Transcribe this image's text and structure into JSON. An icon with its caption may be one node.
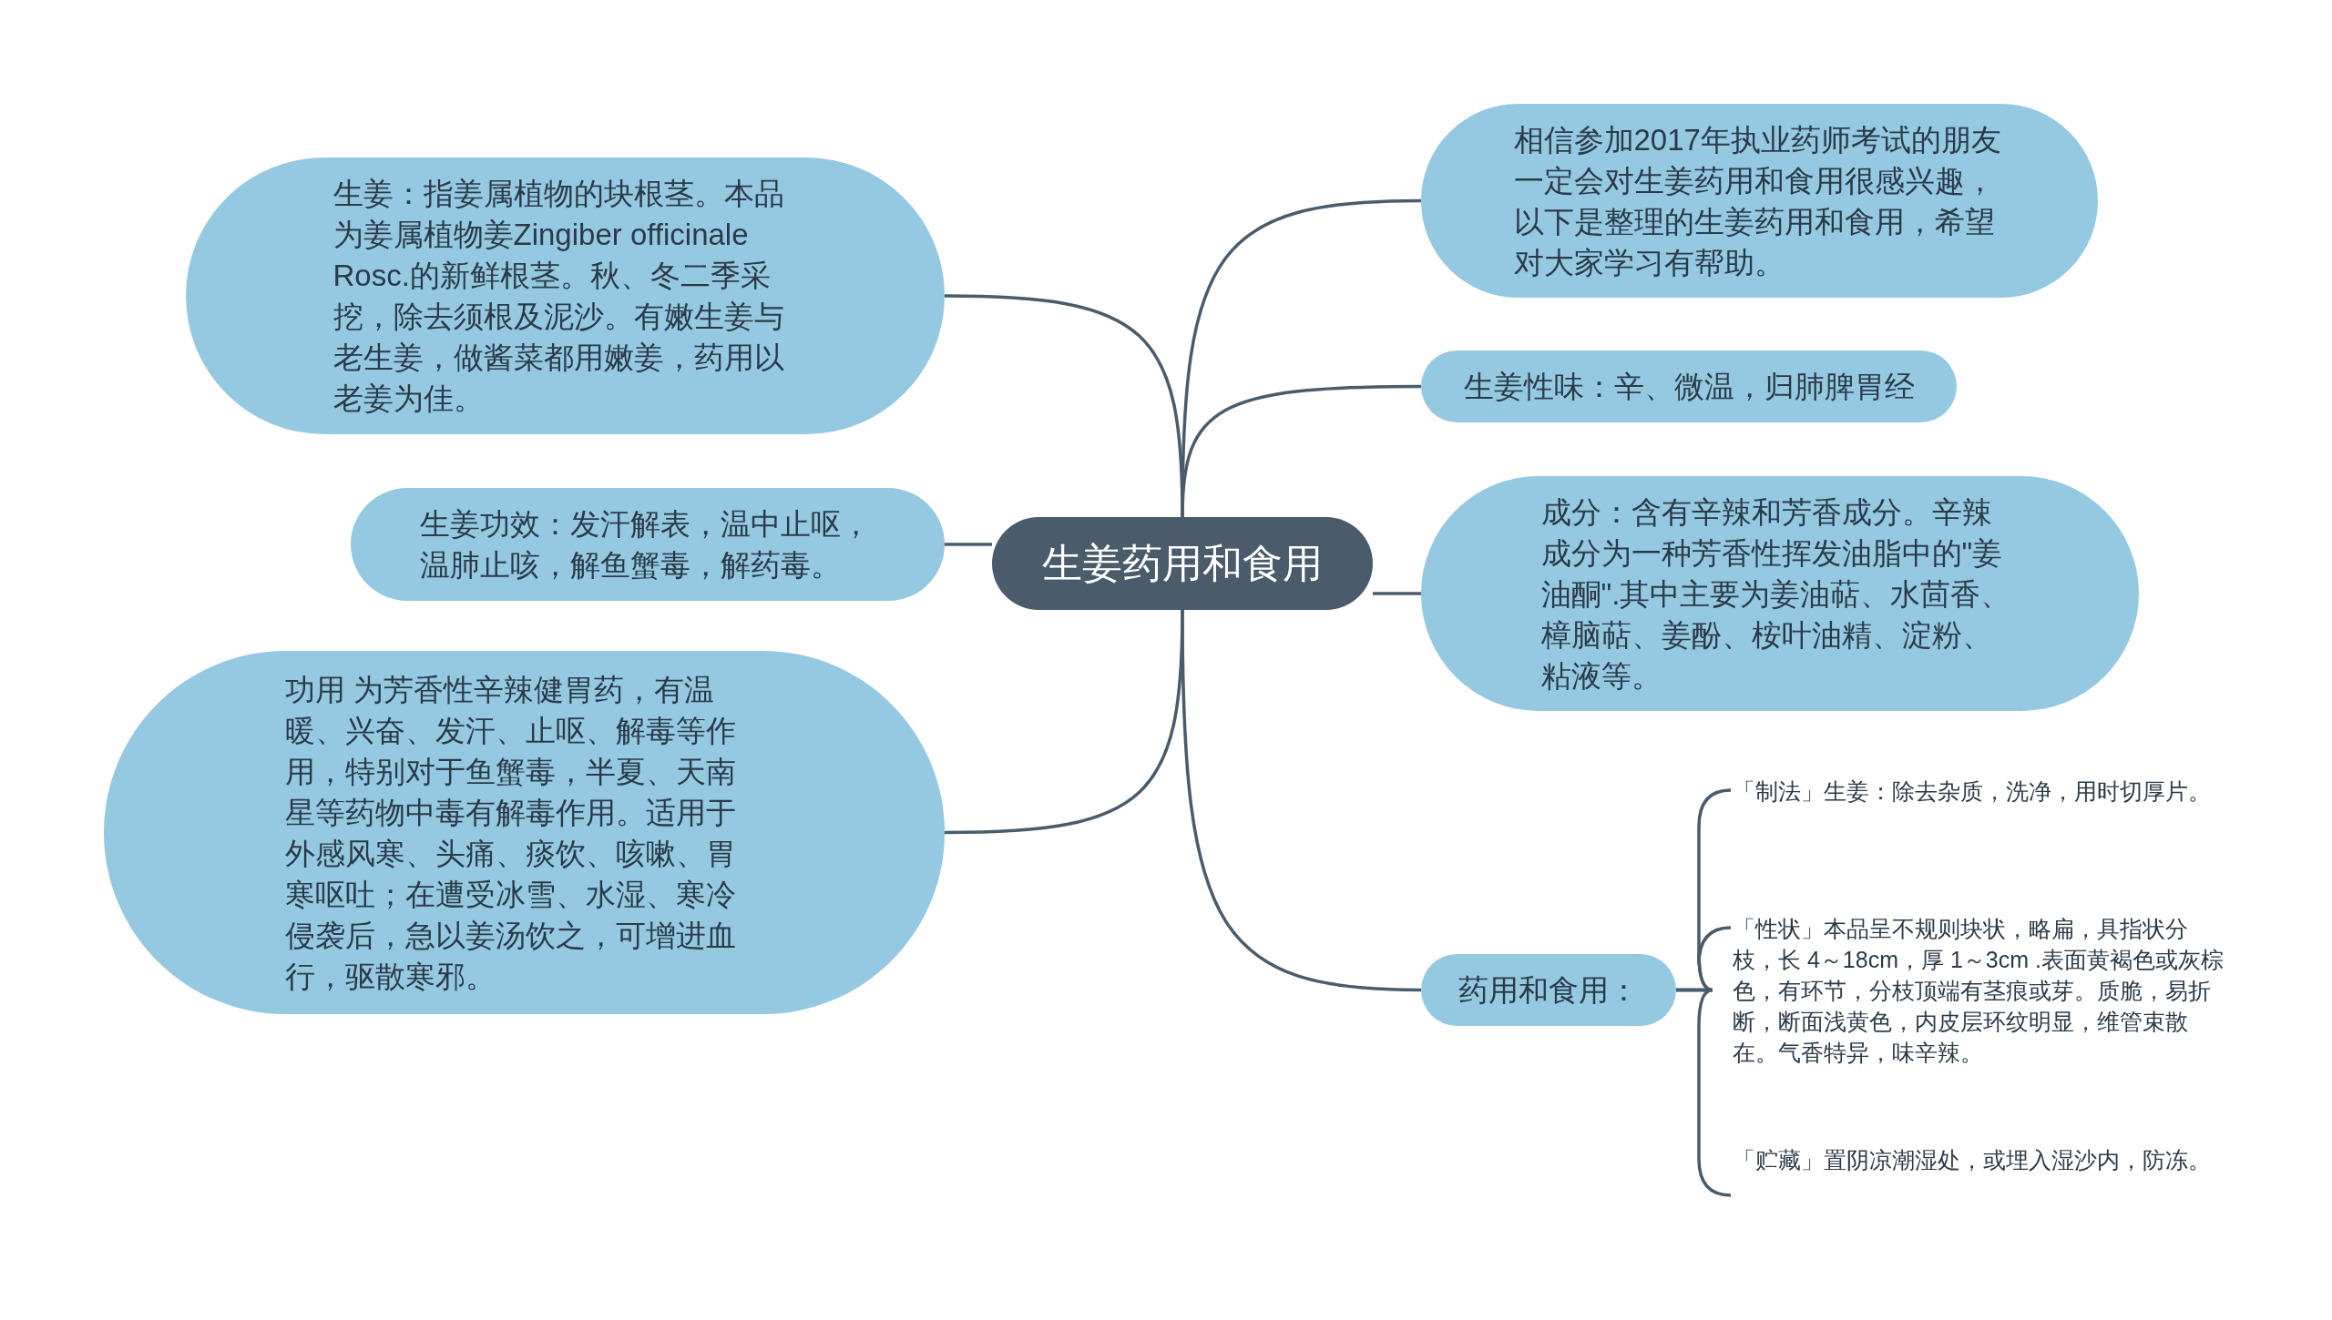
{
  "diagram": {
    "nodes": [
      {
        "text": [
          "生姜药用和食用"
        ]
      },
      {
        "text": [
          "生姜：指姜属植物的块根茎。本品为姜属植物姜Zingiber officinale Rosc.的新鲜根茎。秋、冬二季采挖，除去须根及泥沙。有嫩生姜与老生姜，做酱菜都用嫩姜，药用以老姜为佳。"
        ]
      },
      {
        "text": [
          "生姜功效：发汗解表，温中止呕，温肺止咳，解鱼蟹毒，解药毒。"
        ]
      },
      {
        "text": [
          "功用 为芳香性辛辣健胃药，有温暖、兴奋、发汗、止呕、解毒等作用，特别对于鱼蟹毒，半夏、天南星等药物中毒有解毒作用。适用于外感风寒、头痛、痰饮、咳嗽、胃寒呕吐；在遭受冰雪、水湿、寒冷侵袭后，急以姜汤饮之，可增进血行，驱散寒邪。"
        ]
      },
      {
        "text": [
          "相信参加2017年执业药师考试的朋友一定会对生姜药用和食用很感兴趣，以下是整理的生姜药用和食用，希望对大家学习有帮助。"
        ]
      },
      {
        "text": [
          "生姜性味：辛、微温，归肺脾胃经"
        ]
      },
      {
        "text": [
          "成分：含有辛辣和芳香成分。辛辣成分为一种芳香性挥发油脂中的\"姜油酮\".其中主要为姜油萜、水茴香、樟脑萜、姜酚、桉叶油精、淀粉、粘液等。"
        ]
      },
      {
        "text": [
          "药用和食用："
        ]
      },
      {
        "text": [
          "「制法」生姜：除去杂质，洗净，用时切厚片。"
        ]
      },
      {
        "text": [
          "「性状」本品呈不规则块状，略扁，具指状分枝，长 4～18cm，厚 1～3cm .表面黄褐色或灰棕色，有环节，分枝顶端有茎痕或芽。质脆，易折断，断面浅黄色，内皮层环纹明显，维管束散在。气香特异，味辛辣。"
        ]
      },
      {
        "text": [
          "「贮藏」置阴凉潮湿处，或埋入湿沙内，防冻。"
        ]
      }
    ],
    "edges": [
      {
        "from": 0,
        "to": 1,
        "arrow": "none"
      },
      {
        "from": 0,
        "to": 2,
        "arrow": "none"
      },
      {
        "from": 0,
        "to": 3,
        "arrow": "none"
      },
      {
        "from": 0,
        "to": 4,
        "arrow": "none"
      },
      {
        "from": 0,
        "to": 5,
        "arrow": "none"
      },
      {
        "from": 0,
        "to": 6,
        "arrow": "none"
      },
      {
        "from": 0,
        "to": 7,
        "arrow": "none"
      },
      {
        "from": 7,
        "to": 8,
        "arrow": "none"
      },
      {
        "from": 7,
        "to": 9,
        "arrow": "none"
      },
      {
        "from": 7,
        "to": 10,
        "arrow": "none"
      }
    ]
  }
}
